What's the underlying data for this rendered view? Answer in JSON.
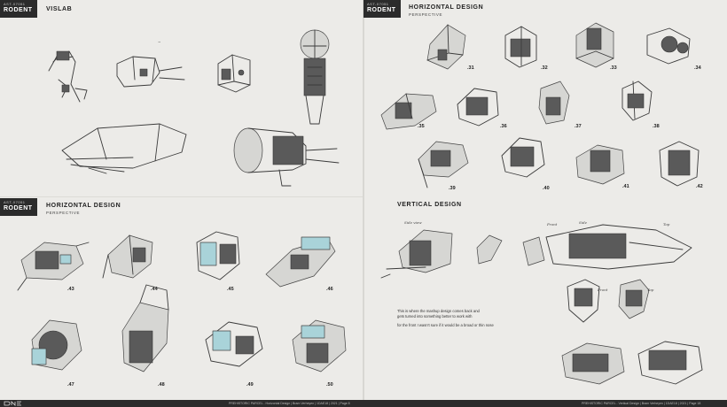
{
  "panels": {
    "top_left": {
      "tag_small": "AST-07051",
      "tag_big": "RODENT",
      "title": "VISLAB"
    },
    "top_right": {
      "tag_small": "AST-07051",
      "tag_big": "RODENT",
      "title": "Horizontal Design",
      "subtitle": "Perspective",
      "numbers": [
        ".31",
        ".32",
        ".33",
        ".34",
        ".35",
        ".36",
        ".37",
        ".38",
        ".39",
        ".40",
        ".41",
        ".42"
      ]
    },
    "bottom_left": {
      "tag_small": "AST-07051",
      "tag_big": "RODENT",
      "title": "Horizontal Design",
      "subtitle": "Perspective",
      "numbers": [
        ".43",
        ".44",
        ".45",
        ".46",
        ".47",
        ".48",
        ".49",
        ".50"
      ]
    },
    "bottom_right": {
      "title": "Vertical Design",
      "note_line1": "This is where the mashup design comes back and",
      "note_line2": "gets turned into something better to work with",
      "note_line3": "for the front I wasn't sure if it would be a broad or thin nose",
      "hand_labels": [
        "Side view",
        "Front",
        "Top",
        "Side",
        "Front",
        "Top"
      ]
    }
  },
  "footer": {
    "left_text": "PREHISTORIC PARCEL - Horizontal Design | Bram Verheyen | 1DAE18 | 2021 | Page 8",
    "right_text": "PREHISTORIC PARCEL - Vertical Design | Bram Verheyen | 1DAE18 | 2021 | Page 18"
  }
}
